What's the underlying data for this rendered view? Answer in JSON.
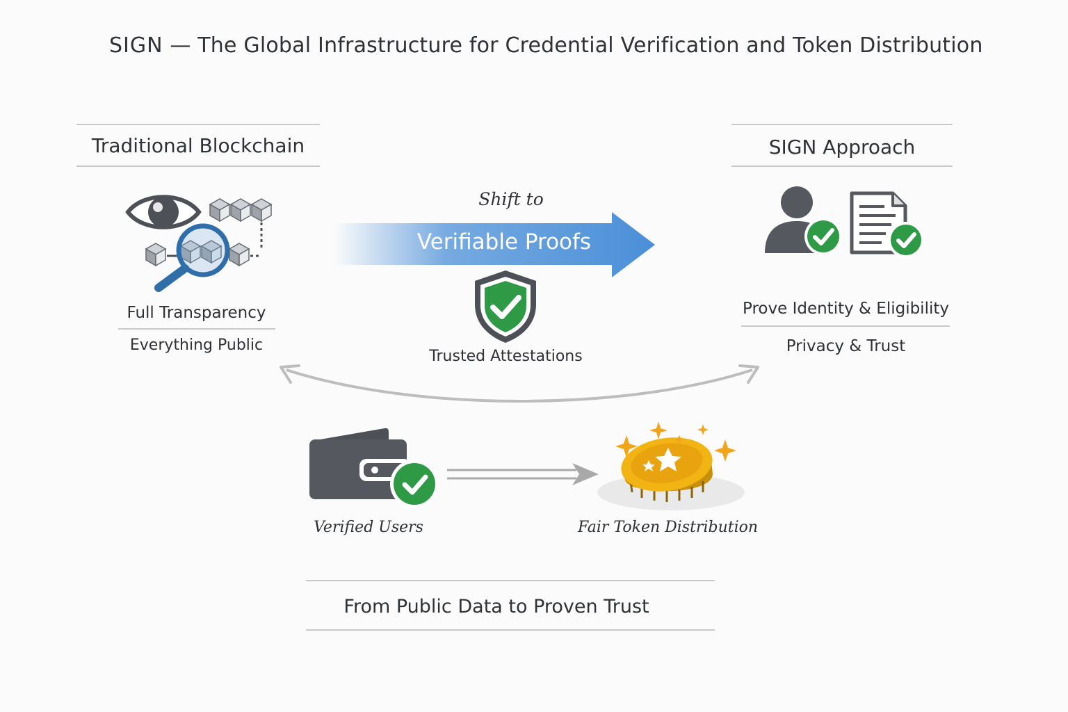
{
  "title": {
    "brand": "SIGN",
    "rest": " — The Global Infrastructure for Credential Verification and Token Distribution"
  },
  "left_panel": {
    "heading": "Traditional Blockchain",
    "label_primary": "Full Transparency",
    "label_secondary": "Everything Public",
    "icons": [
      "eye-icon",
      "blockchain-blocks-icon",
      "magnifier-icon"
    ]
  },
  "center": {
    "shift_label": "Shift to",
    "arrow_label": "Verifiable Proofs",
    "shield_label": "Trusted Attestations",
    "icons": [
      "shield-check-icon"
    ]
  },
  "right_panel": {
    "heading": "SIGN Approach",
    "label_primary": "Prove Identity & Eligibility",
    "label_secondary": "Privacy & Trust",
    "icons": [
      "verified-user-icon",
      "verified-document-icon"
    ]
  },
  "flow": {
    "left_label": "Verified Users",
    "right_label": "Fair Token Distribution",
    "icons": [
      "verified-wallet-icon",
      "token-coin-icon"
    ]
  },
  "footer": {
    "tagline": "From Public Data to Proven Trust"
  },
  "colors": {
    "accent_blue": "#4a8fd8",
    "check_green": "#2f9a45",
    "icon_gray": "#55585e",
    "coin_gold": "#f2b413"
  }
}
